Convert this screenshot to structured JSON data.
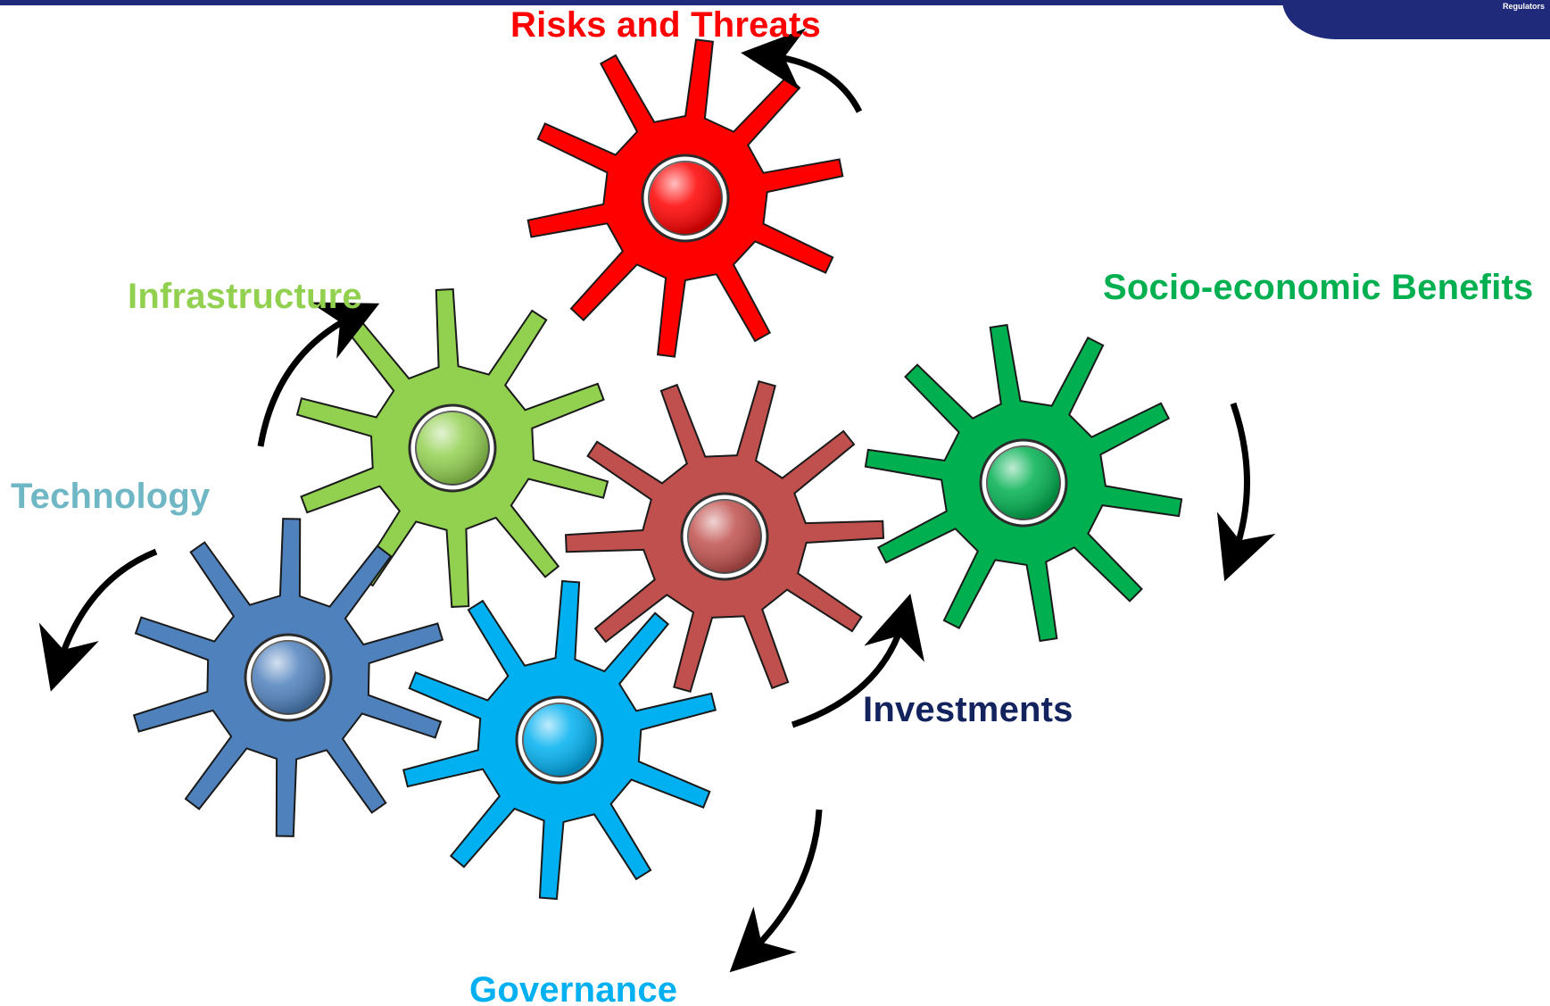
{
  "header": {
    "bar_color": "#1f2a7a",
    "logo_text": "Regulators"
  },
  "labels": {
    "risks_and_threats": "Risks and Threats",
    "infrastructure": "Infrastructure",
    "socio_economic_benefits": "Socio-economic Benefits",
    "technology": "Technology",
    "investments": "Investments",
    "governance": "Governance"
  },
  "colors": {
    "risks_and_threats": "#ff0000",
    "infrastructure": "#92d050",
    "socio_economic_benefits": "#00b050",
    "technology": "#6fb7c5",
    "investments": "#12235e",
    "governance": "#00b0f0",
    "gear_red": "#ff0000",
    "gear_light_green": "#92d050",
    "gear_brown_red": "#c0504d",
    "gear_green": "#00b050",
    "gear_steel_blue": "#4f81bd",
    "gear_sky_blue": "#00b0f0"
  }
}
